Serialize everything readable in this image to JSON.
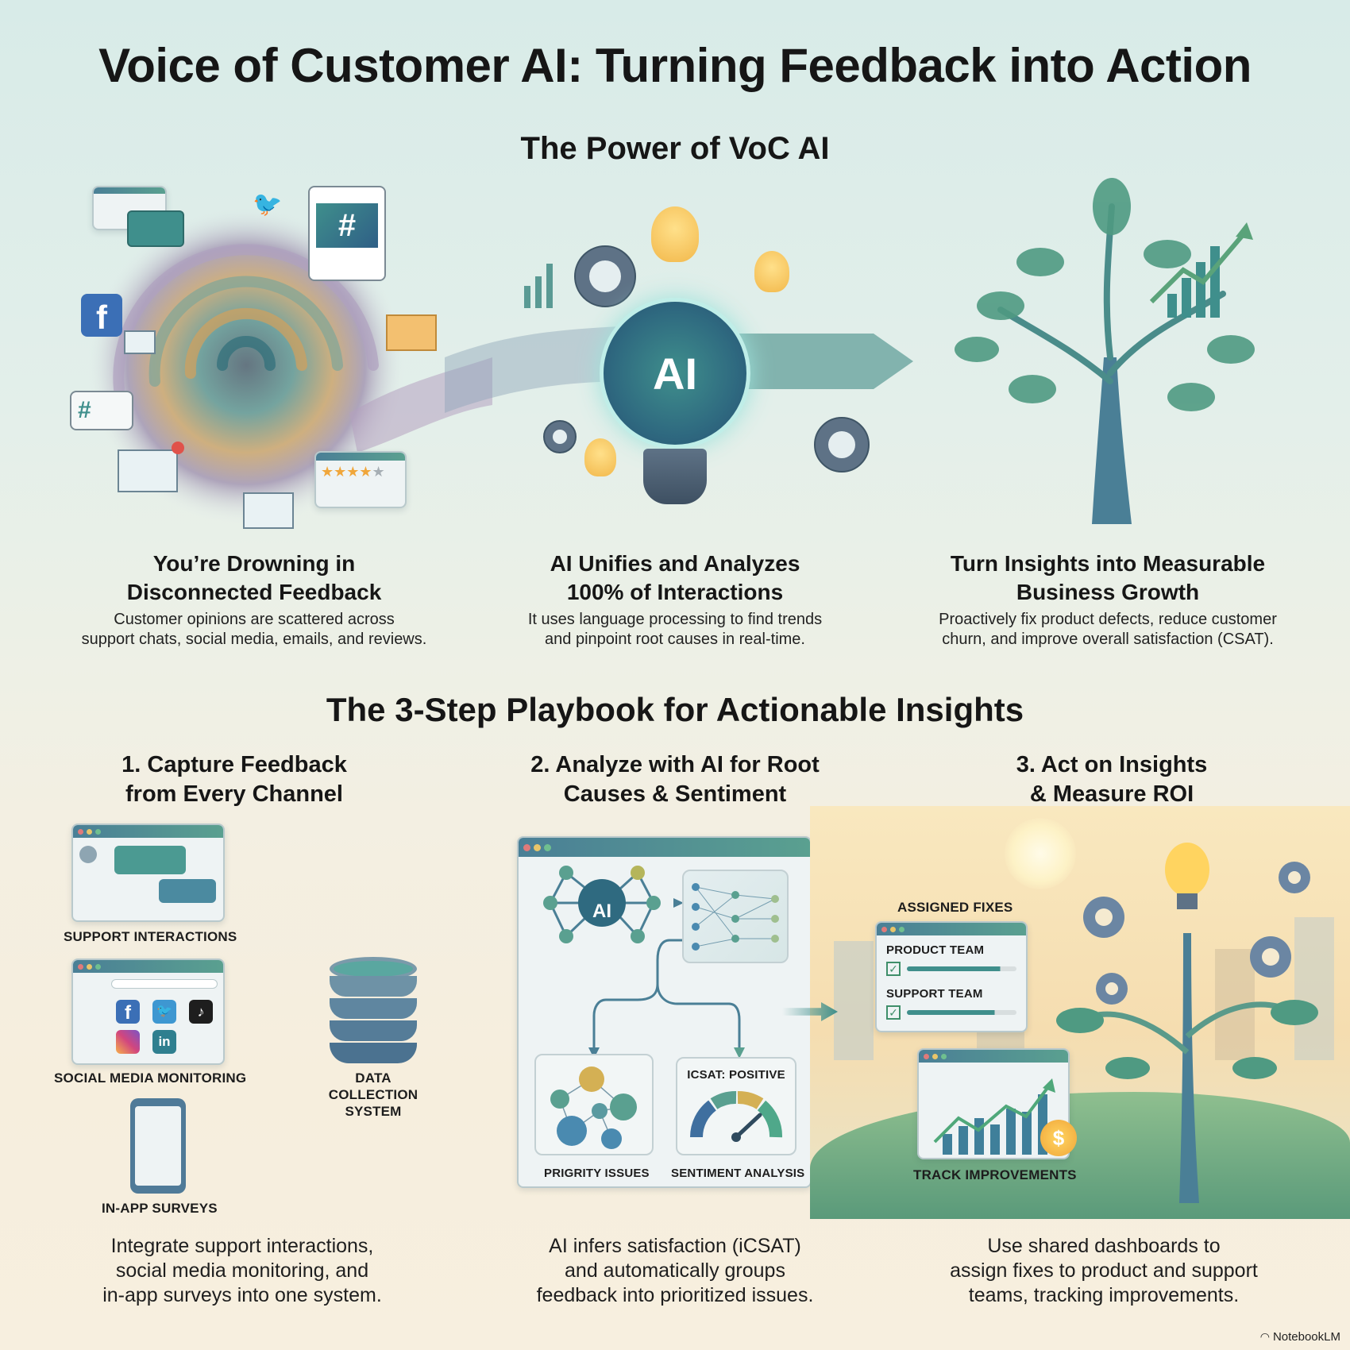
{
  "header": {
    "title": "Voice of Customer AI: Turning Feedback into Action",
    "subtitle": "The Power of VoC AI"
  },
  "power": {
    "columns": [
      {
        "heading_line1": "You’re Drowning in",
        "heading_line2": "Disconnected Feedback",
        "body_line1": "Customer opinions are scattered across",
        "body_line2": "support chats, social media, emails, and reviews.",
        "illustration": "feedback-vortex"
      },
      {
        "heading_line1": "AI Unifies and Analyzes",
        "heading_line2": "100% of Interactions",
        "body_line1": "It uses language processing to find trends",
        "body_line2": "and pinpoint root causes in real-time.",
        "illustration": "ai-lightbulb",
        "bulb_text": "AI"
      },
      {
        "heading_line1": "Turn Insights into Measurable",
        "heading_line2": "Business Growth",
        "body_line1": "Proactively fix product defects, reduce customer",
        "body_line2": "churn, and improve overall satisfaction (CSAT).",
        "illustration": "growth-tree"
      }
    ]
  },
  "playbook": {
    "title": "The 3-Step Playbook for Actionable Insights",
    "steps": [
      {
        "heading_line1": "1. Capture Feedback",
        "heading_line2": "from Every Channel",
        "labels": {
          "support": "SUPPORT INTERACTIONS",
          "social": "SOCIAL MEDIA MONITORING",
          "surveys": "IN-APP SURVEYS",
          "data_line1": "DATA",
          "data_line2": "COLLECTION",
          "data_line3": "SYSTEM"
        },
        "social_icons": [
          "facebook-icon",
          "twitter-icon",
          "tiktok-icon",
          "instagram-icon",
          "linkedin-icon"
        ],
        "body_line1": "Integrate support interactions,",
        "body_line2": "social media monitoring, and",
        "body_line3": "in-app surveys into one system."
      },
      {
        "heading_line1": "2. Analyze with AI for Root",
        "heading_line2": "Causes & Sentiment",
        "labels": {
          "ai_node": "AI",
          "gauge_title": "ICSAT: POSITIVE",
          "priority": "PRIGRITY ISSUES",
          "sentiment": "SENTIMENT ANALYSIS"
        },
        "body_line1": "AI infers satisfaction (iCSAT)",
        "body_line2": "and automatically groups",
        "body_line3": "feedback into prioritized issues."
      },
      {
        "heading_line1": "3. Act on Insights",
        "heading_line2": "& Measure ROI",
        "labels": {
          "assigned": "ASSIGNED FIXES",
          "product_team": "PRODUCT TEAM",
          "support_team": "SUPPORT TEAM",
          "track": "TRACK IMPROVEMENTS",
          "coin": "$"
        },
        "body_line1": "Use shared dashboards to",
        "body_line2": "assign fixes to product and support",
        "body_line3": "teams, tracking improvements."
      }
    ]
  },
  "footer": {
    "watermark": "NotebookLM"
  },
  "colors": {
    "teal": "#3f8f8c",
    "navy": "#2f5f86",
    "green": "#5aa37a",
    "amber": "#f2b84b",
    "slate": "#5e7286"
  }
}
